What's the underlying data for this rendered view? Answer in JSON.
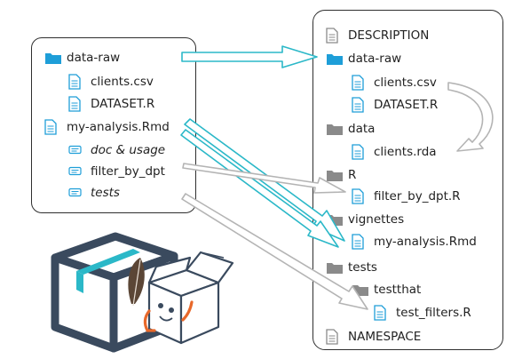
{
  "left_tree": {
    "items": [
      {
        "label": "data-raw",
        "icon": "folder-blue-icon"
      },
      {
        "label": "clients.csv",
        "icon": "file-blue-icon"
      },
      {
        "label": "DATASET.R",
        "icon": "file-blue-icon"
      },
      {
        "label": "my-analysis.Rmd",
        "icon": "file-blue-icon"
      },
      {
        "label": "doc & usage",
        "icon": "section-blue-icon"
      },
      {
        "label": "filter_by_dpt",
        "icon": "section-blue-icon"
      },
      {
        "label": "tests",
        "icon": "section-blue-icon"
      }
    ]
  },
  "right_tree": {
    "items": [
      {
        "label": "DESCRIPTION",
        "icon": "file-gray-icon"
      },
      {
        "label": "data-raw",
        "icon": "folder-blue-icon"
      },
      {
        "label": "clients.csv",
        "icon": "file-blue-icon"
      },
      {
        "label": "DATASET.R",
        "icon": "file-blue-icon"
      },
      {
        "label": "data",
        "icon": "folder-gray-icon"
      },
      {
        "label": "clients.rda",
        "icon": "file-blue-icon"
      },
      {
        "label": "R",
        "icon": "folder-gray-icon"
      },
      {
        "label": "filter_by_dpt.R",
        "icon": "file-blue-icon"
      },
      {
        "label": "vignettes",
        "icon": "folder-gray-icon"
      },
      {
        "label": "my-analysis.Rmd",
        "icon": "file-blue-icon"
      },
      {
        "label": "tests",
        "icon": "folder-gray-icon"
      },
      {
        "label": "testthat",
        "icon": "folder-gray-icon"
      },
      {
        "label": "test_filters.R",
        "icon": "file-blue-icon"
      },
      {
        "label": "NAMESPACE",
        "icon": "file-gray-icon"
      }
    ]
  },
  "colors": {
    "blue": "#1e9ed8",
    "cyan_arrow": "#2bb8c8",
    "gray_arrow": "#b4b4b4",
    "gray_icon": "#8a8a8a",
    "box_dark": "#3a4a5e",
    "box_accent": "#2bb8c8"
  },
  "illustration": {
    "icon": "package-box-mascot-icon"
  }
}
